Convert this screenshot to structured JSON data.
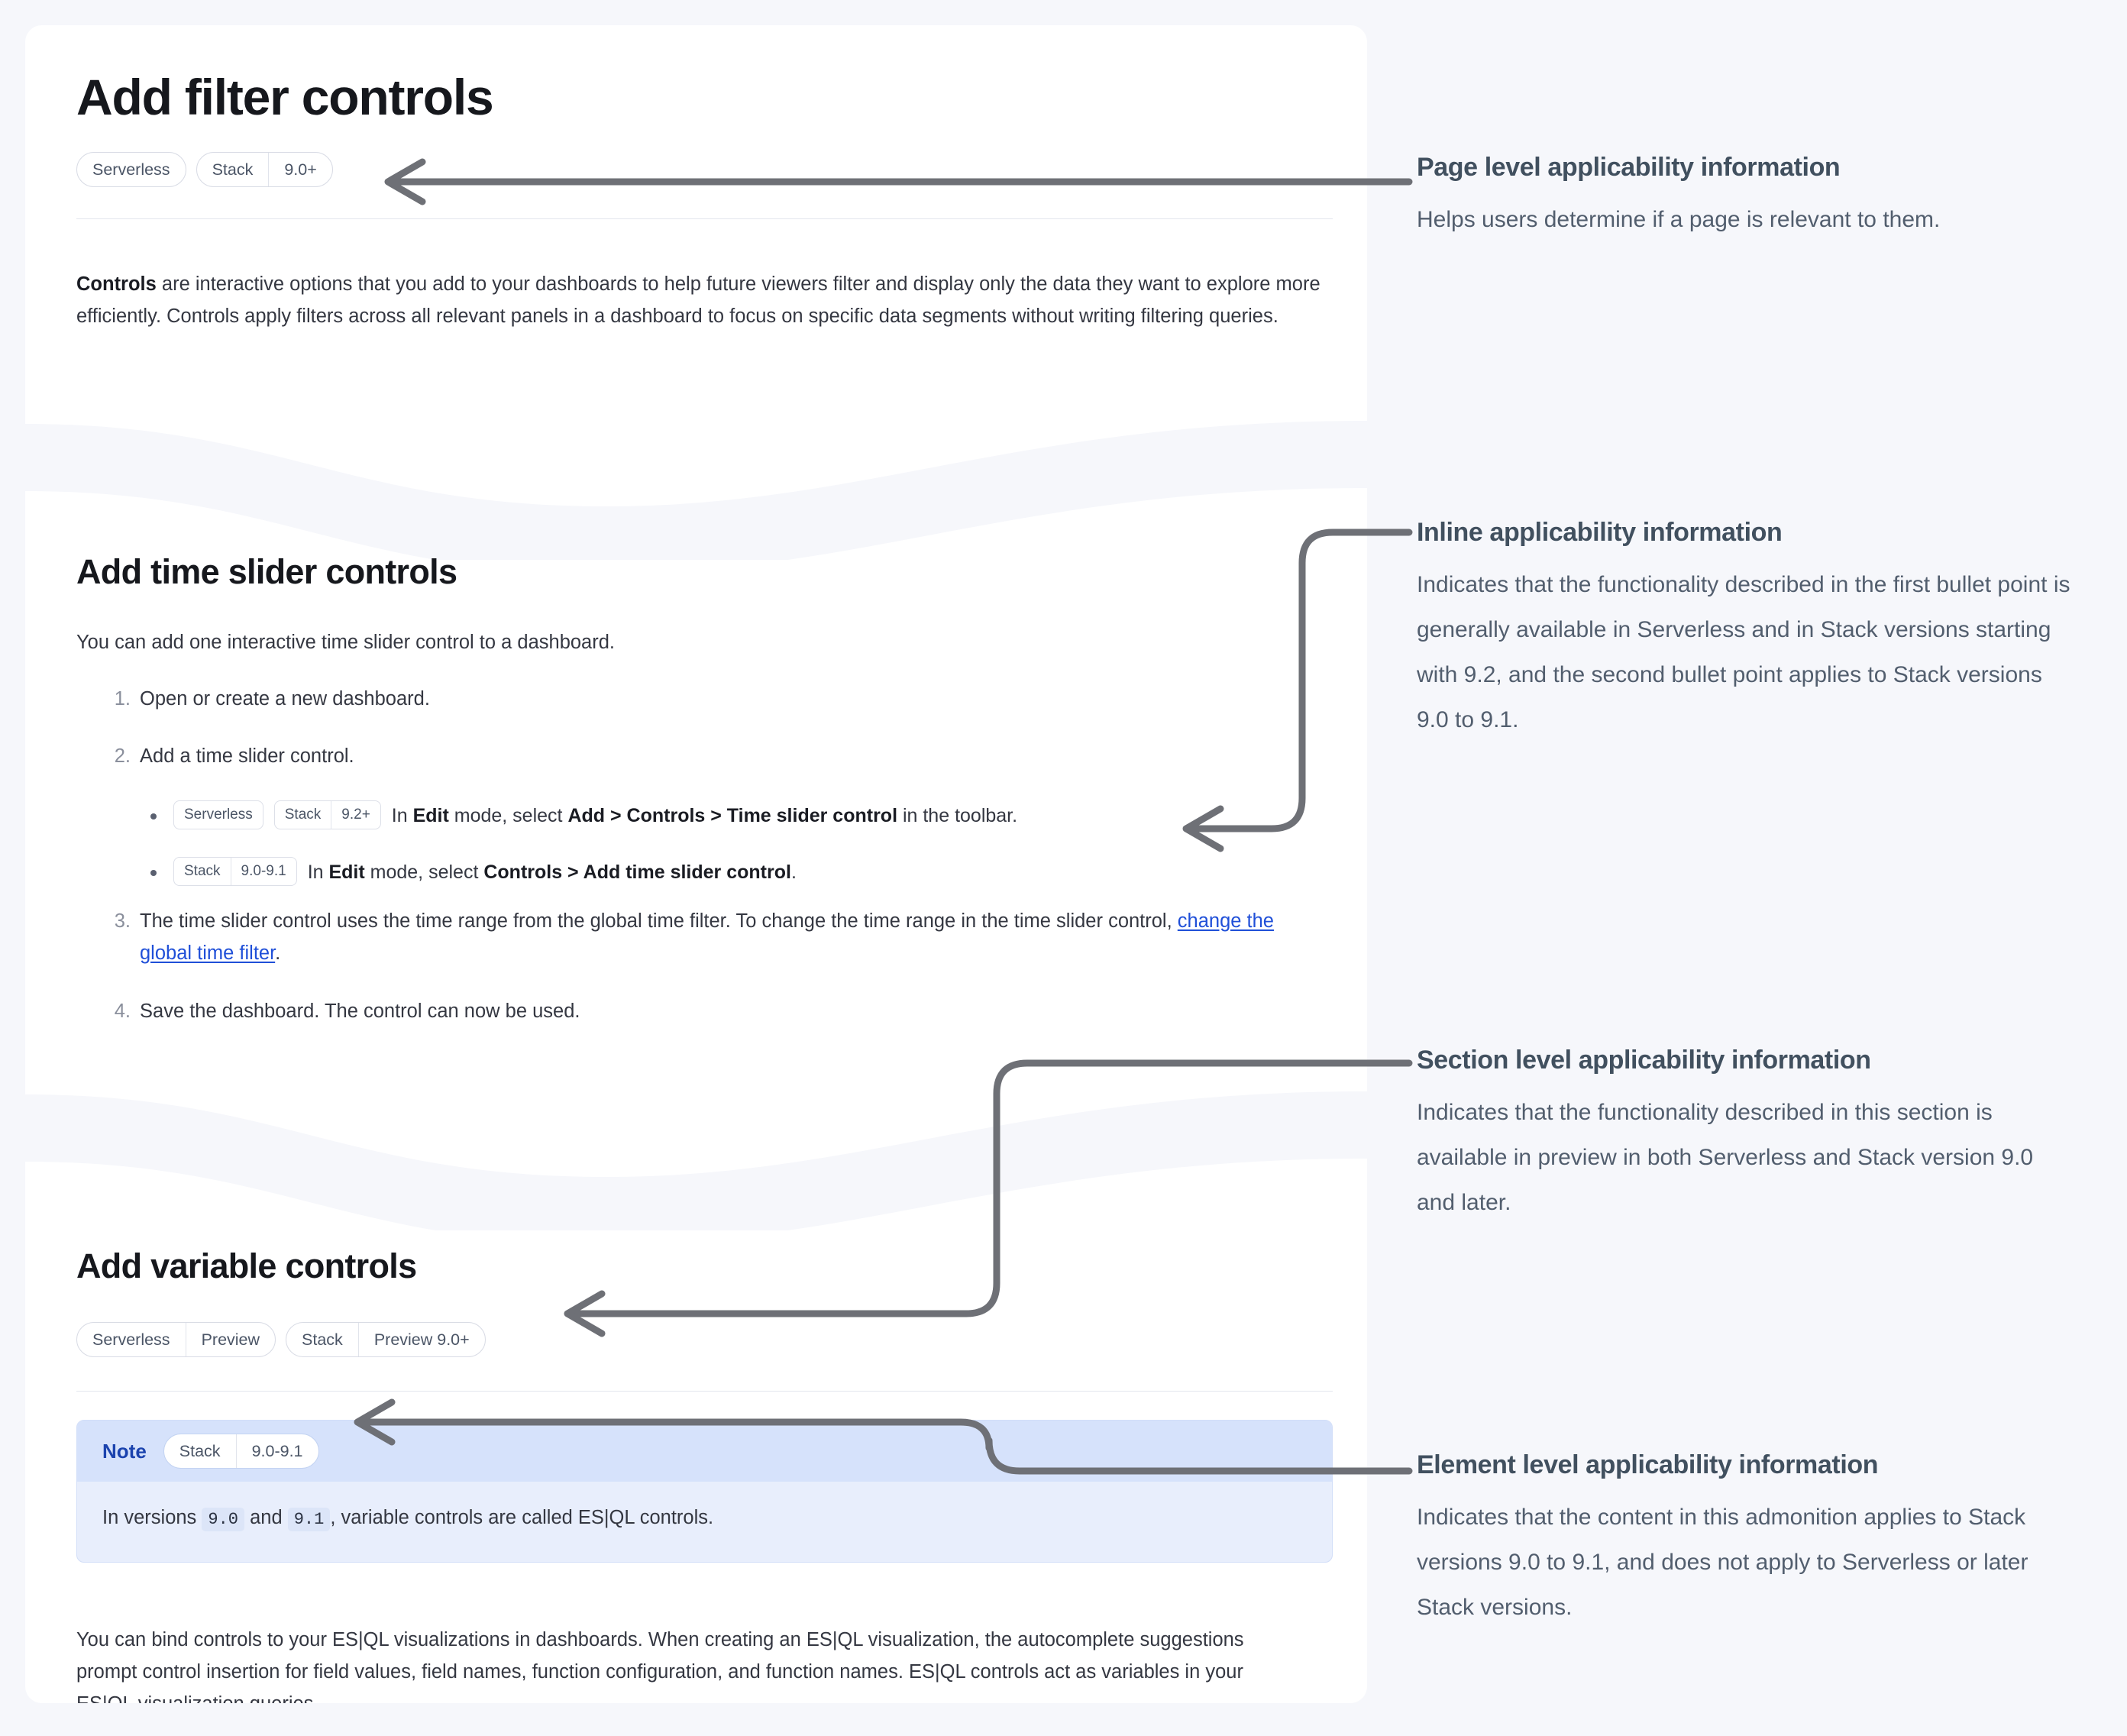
{
  "doc": {
    "title": "Add filter controls",
    "page_badges": [
      {
        "primary": "Serverless"
      },
      {
        "primary": "Stack",
        "version": "9.0+"
      }
    ],
    "intro": {
      "lead": "Controls",
      "rest": " are interactive options that you add to your dashboards to help future viewers filter and display only the data they want to explore more efficiently. Controls apply filters across all relevant panels in a dashboard to focus on specific data segments without writing filtering queries."
    },
    "section_time_slider": {
      "heading": "Add time slider controls",
      "intro": "You can add one interactive time slider control to a dashboard.",
      "steps": [
        {
          "num": "1.",
          "text": "Open or create a new dashboard."
        },
        {
          "num": "2.",
          "text": "Add a time slider control."
        },
        {
          "num": "3.",
          "text_before": "The time slider control uses the time range from the global time filter. To change the time range in the time slider control, ",
          "link": "change the global time filter",
          "text_after": "."
        },
        {
          "num": "4.",
          "text": "Save the dashboard. The control can now be used."
        }
      ],
      "bullets": [
        {
          "badges": [
            {
              "primary": "Serverless"
            },
            {
              "primary": "Stack",
              "version": "9.2+"
            }
          ],
          "parts": [
            {
              "t": "In ",
              "b": false
            },
            {
              "t": "Edit",
              "b": true
            },
            {
              "t": " mode, select ",
              "b": false
            },
            {
              "t": "Add > Controls > Time slider control",
              "b": true
            },
            {
              "t": " in the toolbar.",
              "b": false
            }
          ]
        },
        {
          "badges": [
            {
              "primary": "Stack",
              "version": "9.0-9.1"
            }
          ],
          "parts": [
            {
              "t": "In ",
              "b": false
            },
            {
              "t": "Edit",
              "b": true
            },
            {
              "t": " mode, select ",
              "b": false
            },
            {
              "t": "Controls > Add time slider control",
              "b": true
            },
            {
              "t": ".",
              "b": false
            }
          ]
        }
      ]
    },
    "section_variable": {
      "heading": "Add variable controls",
      "badges": [
        {
          "primary": "Serverless",
          "version": "Preview"
        },
        {
          "primary": "Stack",
          "version": "Preview 9.0+"
        }
      ],
      "note": {
        "label": "Note",
        "badge": {
          "primary": "Stack",
          "version": "9.0-9.1"
        },
        "text_parts": [
          {
            "t": "In versions ",
            "code": false
          },
          {
            "t": "9.0",
            "code": true
          },
          {
            "t": " and ",
            "code": false
          },
          {
            "t": "9.1",
            "code": true
          },
          {
            "t": ", variable controls are called ES|QL controls.",
            "code": false
          }
        ]
      },
      "paragraph": "You can bind controls to your ES|QL visualizations in dashboards. When creating an ES|QL visualization, the autocomplete suggestions prompt control insertion for field values, field names, function configuration, and function names. ES|QL controls act as variables in your ES|QL visualization queries."
    }
  },
  "annotations": [
    {
      "title": "Page level applicability information",
      "body": "Helps users determine if a page is relevant to them."
    },
    {
      "title": "Inline applicability information",
      "body": "Indicates that the functionality described in the first bullet point is generally available in Serverless and in Stack versions starting with 9.2, and the second bullet point applies to Stack versions 9.0 to 9.1."
    },
    {
      "title": "Section level applicability information",
      "body": "Indicates that the functionality described in this section is available in preview in both Serverless and Stack version 9.0 and later."
    },
    {
      "title": "Element level applicability information",
      "body": "Indicates that the content in this admonition applies to Stack versions 9.0 to 9.1, and does not apply to Serverless or later Stack versions."
    }
  ],
  "colors": {
    "canvas": "#f6f7fb",
    "panel": "#ffffff",
    "connector": "#6e7076",
    "link": "#1f4fd8",
    "note_header": "#d6e2fb",
    "note_body": "#e8eefc",
    "note_label": "#1b43ae",
    "annotation_title": "#41505f",
    "annotation_body": "#525e6e"
  }
}
